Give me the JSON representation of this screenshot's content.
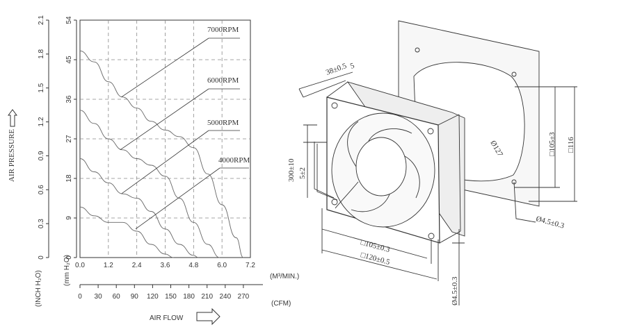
{
  "chart_data": {
    "type": "line",
    "title": "",
    "xlabel": "AIR FLOW",
    "ylabel": "AIR PRESSURE",
    "x_units": [
      "(M³/MIN.)",
      "(CFM)"
    ],
    "y_units": [
      "(INCH H₂O)",
      "(mm H₂O)"
    ],
    "x_ticks_m3": [
      "0.0",
      "1.2",
      "2.4",
      "3.6",
      "4.8",
      "6.0",
      "7.2"
    ],
    "x_ticks_cfm": [
      "0",
      "30",
      "60",
      "90",
      "120",
      "150",
      "180",
      "210",
      "240",
      "270"
    ],
    "y_ticks_mm": [
      "0",
      "9",
      "18",
      "27",
      "36",
      "45",
      "54"
    ],
    "y_ticks_inch": [
      "0",
      "0.3",
      "0.6",
      "0.9",
      "1.2",
      "1.5",
      "1.8",
      "2.1"
    ],
    "xlim": [
      0,
      7.2
    ],
    "ylim": [
      0,
      54
    ],
    "grid": true,
    "series": [
      {
        "name": "7000RPM",
        "x": [
          0,
          0.6,
          1.2,
          1.8,
          2.4,
          3.0,
          3.6,
          4.2,
          4.8,
          5.4,
          6.0,
          6.6,
          6.9
        ],
        "y": [
          47,
          44.5,
          40,
          36.5,
          34,
          31,
          29,
          27.5,
          25,
          19,
          12,
          4.5,
          0
        ]
      },
      {
        "name": "6000RPM",
        "x": [
          0,
          0.6,
          1.2,
          1.8,
          2.4,
          3.0,
          3.6,
          4.2,
          4.8,
          5.4,
          5.9
        ],
        "y": [
          33.5,
          30.5,
          27,
          24.5,
          22.5,
          21,
          18.5,
          13.5,
          8,
          3,
          0
        ]
      },
      {
        "name": "5000RPM",
        "x": [
          0,
          0.6,
          1.2,
          1.8,
          2.4,
          3.0,
          3.6,
          4.2,
          4.8,
          5.0
        ],
        "y": [
          22.5,
          19.5,
          17,
          14.5,
          13.5,
          10.5,
          6.5,
          3,
          0.5,
          0
        ]
      },
      {
        "name": "4000RPM",
        "x": [
          0,
          0.6,
          1.2,
          1.8,
          2.4,
          3.0,
          3.6,
          3.95
        ],
        "y": [
          11.5,
          9.5,
          8,
          8,
          6,
          3,
          0.8,
          0
        ]
      }
    ]
  },
  "drawing": {
    "dims": {
      "depth": "38±0.5",
      "flange": "5",
      "lead_length": "300±10",
      "strip": "5±2",
      "hole_pitch_h": "□105±0.3",
      "overall_h": "□120±0.5",
      "hole_dia": "Ø4.5±0.3",
      "panel_pitch": "□105±3",
      "panel_size": "□116",
      "cutout_dia": "Ø127",
      "panel_hole": "Ø4.5±0.3"
    }
  }
}
